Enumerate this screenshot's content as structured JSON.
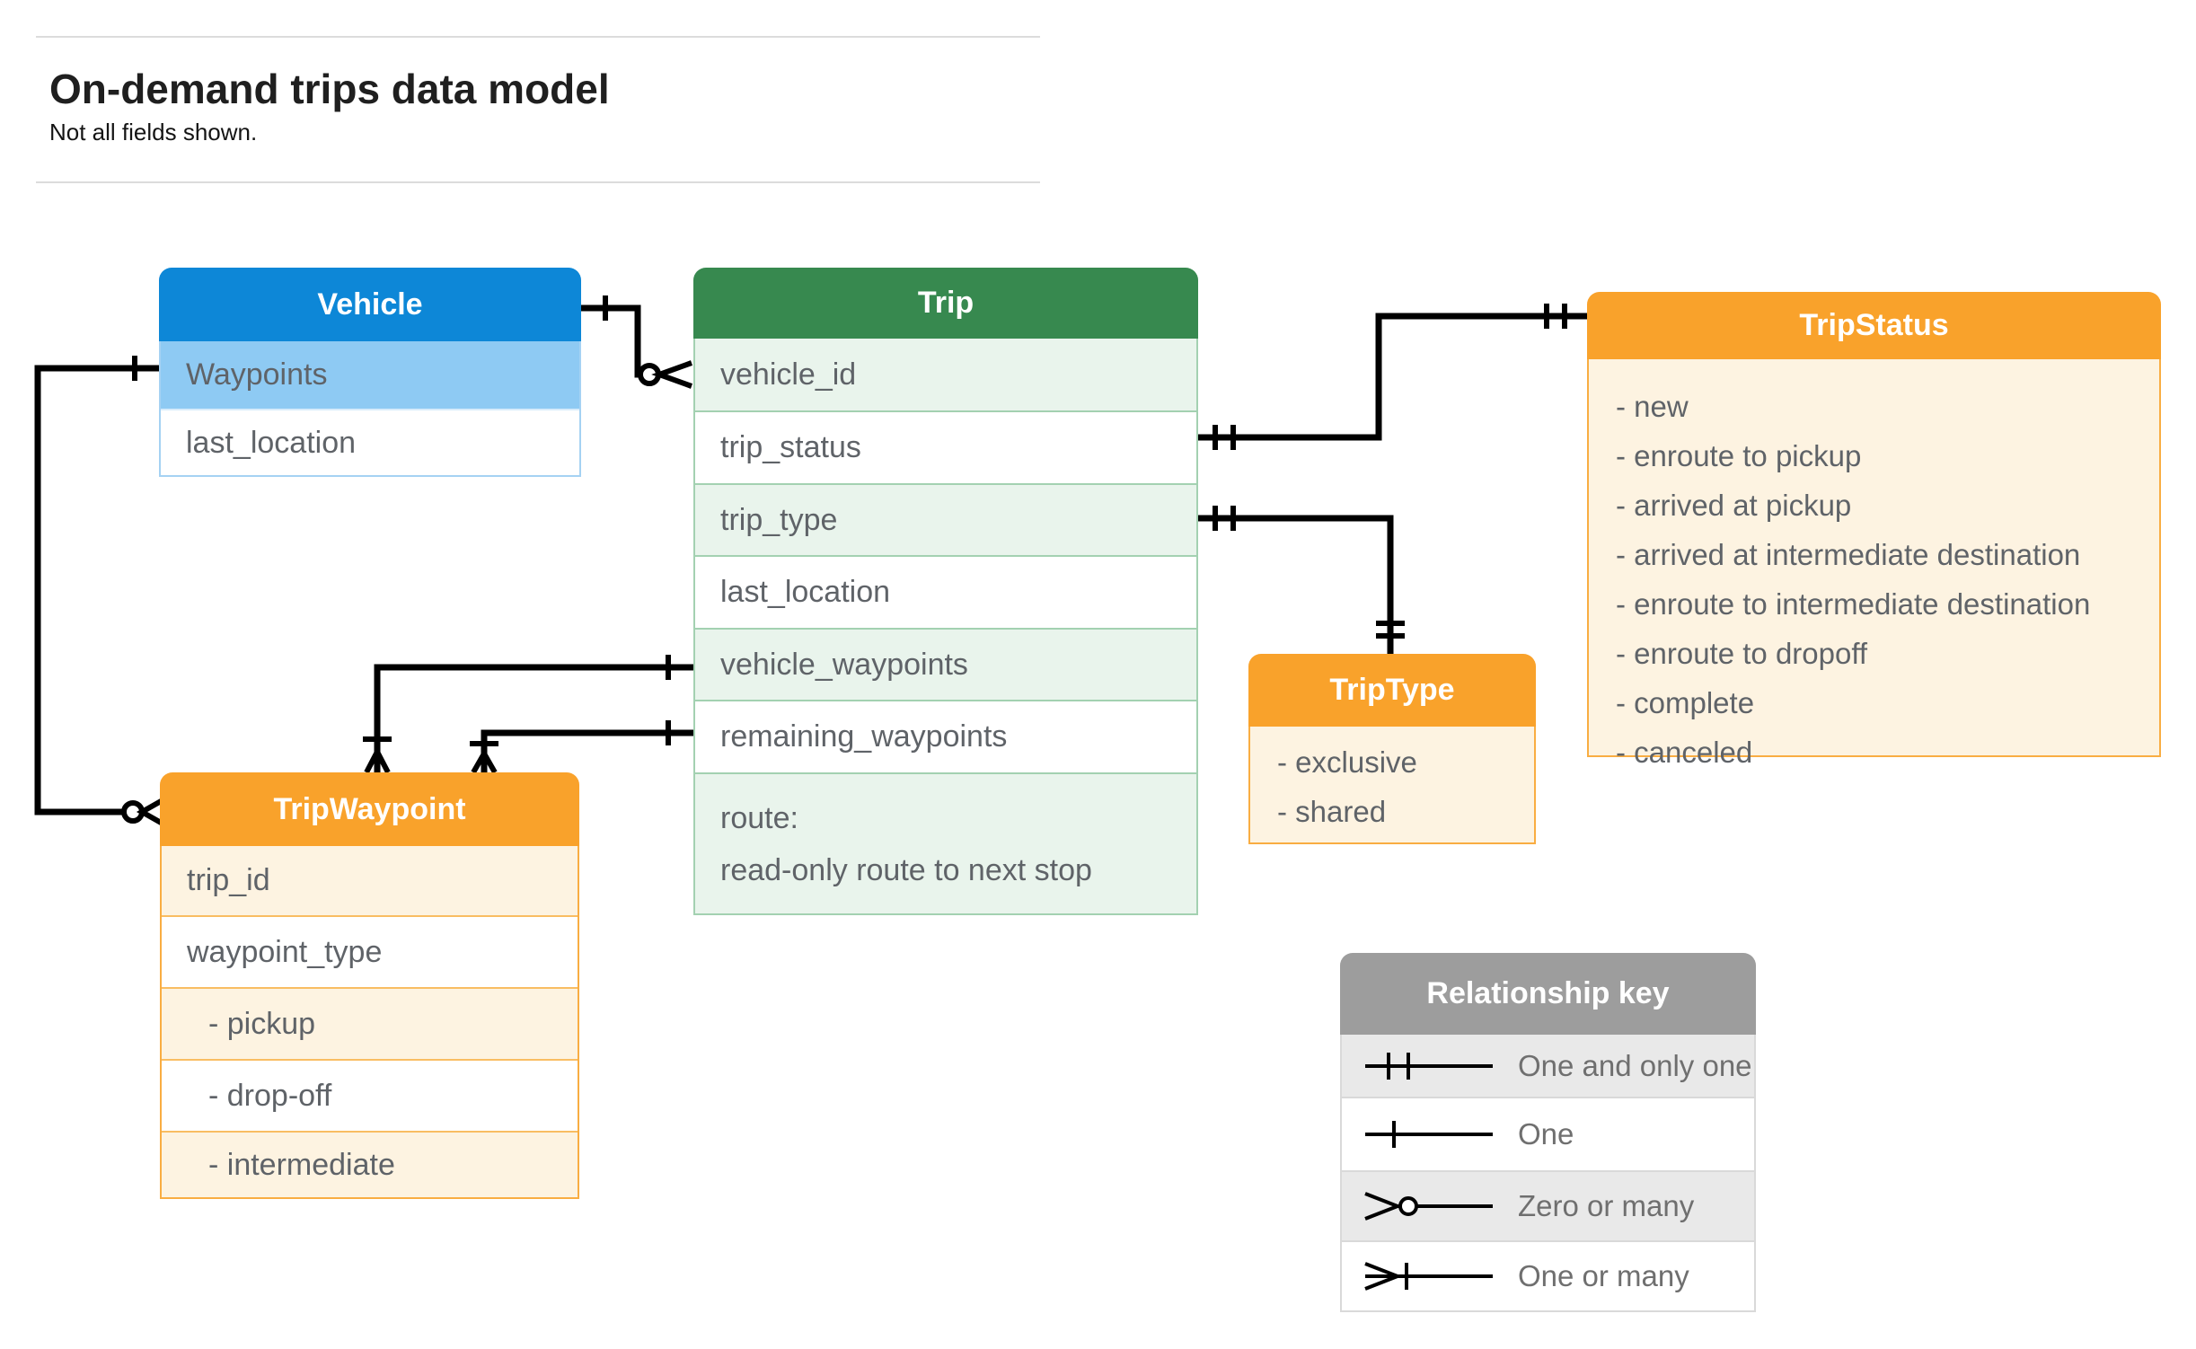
{
  "header": {
    "title": "On-demand trips data model",
    "subtitle": "Not all fields shown."
  },
  "entities": {
    "vehicle": {
      "title": "Vehicle",
      "fields": [
        "Waypoints",
        "last_location"
      ]
    },
    "trip": {
      "title": "Trip",
      "fields": [
        "vehicle_id",
        "trip_status",
        "trip_type",
        "last_location",
        "vehicle_waypoints",
        "remaining_waypoints"
      ],
      "route_field": {
        "line1": "route:",
        "line2": "read-only route to next stop"
      }
    },
    "trip_status": {
      "title": "TripStatus",
      "values": [
        "- new",
        "- enroute to pickup",
        "- arrived at pickup",
        "- arrived at intermediate destination",
        "- enroute to intermediate destination",
        "- enroute to dropoff",
        "- complete",
        "- canceled"
      ]
    },
    "trip_type": {
      "title": "TripType",
      "values": [
        "- exclusive",
        "- shared"
      ]
    },
    "trip_waypoint": {
      "title": "TripWaypoint",
      "fields": [
        "trip_id",
        "waypoint_type"
      ],
      "values": [
        "- pickup",
        "- drop-off",
        "- intermediate"
      ]
    }
  },
  "legend": {
    "title": "Relationship key",
    "rows": [
      {
        "symbol": "one-and-only-one",
        "label": "One and only one"
      },
      {
        "symbol": "one",
        "label": "One"
      },
      {
        "symbol": "zero-or-many",
        "label": "Zero or many"
      },
      {
        "symbol": "one-or-many",
        "label": "One or many"
      }
    ]
  },
  "colors": {
    "vehicle_header": "#0d87d7",
    "vehicle_key_row": "#8ecaf3",
    "trip_header": "#37894f",
    "trip_alt_row": "#e9f4ec",
    "orange_header": "#f9a22b",
    "orange_body": "#fdf3e1",
    "legend_header": "#9d9d9d",
    "legend_alt_row": "#e9e9e9",
    "connector": "#000000",
    "field_text": "#5f6368",
    "title_text": "#1f1f1f"
  }
}
